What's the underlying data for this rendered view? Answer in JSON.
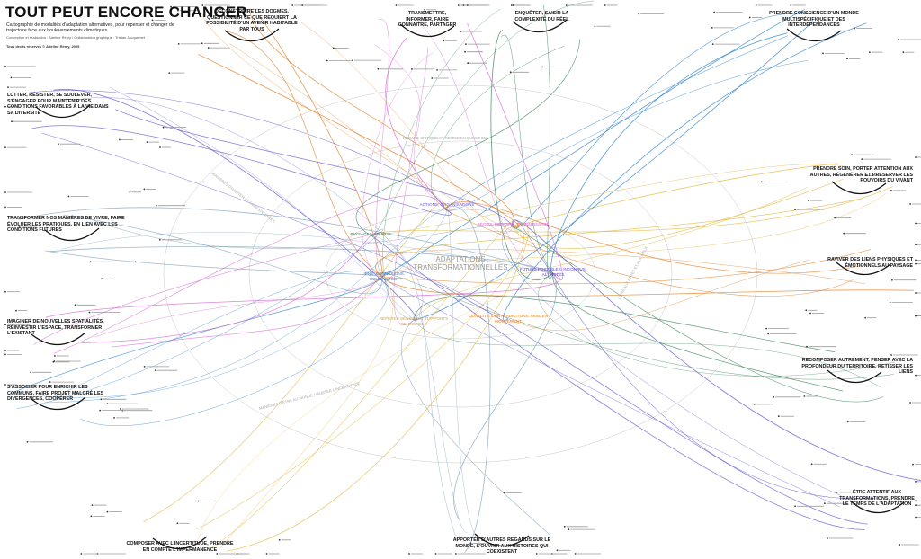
{
  "header": {
    "title": "TOUT PEUT ENCORE CHANGER",
    "subtitle": "Cartographie de modalités d'adaptation alternatives, pour repenser et changer de trajectoire face aux bouleversements climatiques",
    "credits": "Conception et réalisation : Adeline Rémy / Collaboration graphique : Tristan Jacquemet",
    "rights": "Tous droits réservés © Adeline Rémy, 2025"
  },
  "center_label": "ADAPTATIONS TRANSFORMATIONNELLES",
  "themes": [
    {
      "label": "DÉCONSTRUIRE LES DOGMES, QUESTIONNER CE QUE REQUIERT LA POSSIBILITÉ D'UN AVENIR HABITABLE PAR TOUS",
      "color": "#e07a1f"
    },
    {
      "label": "TRANSMETTRE, INFORMER, FAIRE CONNAÎTRE, PARTAGER",
      "color": "#d45fd0"
    },
    {
      "label": "ENQUÊTER, SAISIR LA COMPLEXITÉ DU RÉEL",
      "color": "#e07a1f"
    },
    {
      "label": "PRENDRE CONSCIENCE D'UN MONDE MULTISPÉCIFIQUE ET DES INTERDÉPENDANCES",
      "color": "#2e7d4f"
    },
    {
      "label": "LUTTER, RÉSISTER, SE SOULEVER, S'ENGAGER POUR MAINTENIR DES CONDITIONS FAVORABLES À LA VIE DANS SA DIVERSITÉ",
      "color": "#5a4fcf"
    },
    {
      "label": "PRENDRE SOIN, PORTER ATTENTION AUX AUTRES, RÉGÉNÉRER ET PRÉSERVER LES POUVOIRS DU VIVANT",
      "color": "#2e7d4f"
    },
    {
      "label": "TRANSFORMER NOS MANIÈRES DE VIVRE, FAIRE ÉVOLUER LES PRATIQUES, EN LIEN AVEC LES CONDITIONS FUTURES",
      "color": "#2a7fc9"
    },
    {
      "label": "RAVIVER DES LIENS PHYSIQUES ET ÉMOTIONNELS AU PAYSAGE",
      "color": "#e2b43a"
    },
    {
      "label": "IMAGINER DE NOUVELLES SPATIALITÉS, RÉINVESTIR L'ESPACE, TRANSFORMER L'EXISTANT",
      "color": "#2a7fc9"
    },
    {
      "label": "RECOMPOSER AUTREMENT, PENSER AVEC LA PROFONDEUR DU TERRITOIRE, RETISSER LES LIENS",
      "color": "#2e7d4f"
    },
    {
      "label": "S'ASSOCIER POUR ENRICHIR LES COMMUNS, FAIRE PROJET MALGRÉ LES DIVERGENCES, COOPÉRER",
      "color": "#5a4fcf"
    },
    {
      "label": "ÊTRE ATTENTIF AUX TRANSFORMATIONS, PRENDRE LE TEMPS DE L'ADAPTATION",
      "color": "#e07a1f"
    },
    {
      "label": "COMPOSER AVEC L'INCERTITUDE, PRENDRE EN COMPTE L'IMPERMANENCE",
      "color": "#5a4fcf"
    },
    {
      "label": "APPORTER D'AUTRES REGARDS SUR LE MONDE, S'OUVRIR AUX HISTOIRES QUI COEXISTENT",
      "color": "#d45fd0"
    }
  ],
  "categories": [
    {
      "label": "ACTIONS, ORGANISATIONS",
      "color": "#6a5acd"
    },
    {
      "label": "RÉCITS, MÉMOIRE, TRANSMISSION",
      "color": "#d45fd0"
    },
    {
      "label": "PAYSAGES, MILIEUX",
      "color": "#2e7d4f"
    },
    {
      "label": "LIENS, CONNEXIONS, SOLIDARITÉS",
      "color": "#2a7fc9"
    },
    {
      "label": "FUTURS POSSIBLES, INCONNUS, ALTÉRITÉS",
      "color": "#5a3fcf"
    },
    {
      "label": "REPÈRES SENSIBLES, RAPPORTS SENSORIELS",
      "color": "#e2a43a"
    },
    {
      "label": "CONFLITS, CONTRADICTIONS, MISE EN MOUVEMENT",
      "color": "#e07a1f"
    }
  ],
  "ring_labels": [
    "REGARD CRITIQUE ET REMISE EN QUESTION",
    "MANIÈRES D'HABITER ET FAIRE ENSEMBLE",
    "MANIÈRES D'ÊTRE AU MONDE / HABITER L'INCERTITUDE",
    "LIENS AUX ÊTRES ET AUX LIEUX"
  ],
  "palette": [
    "#e07a1f",
    "#d45fd0",
    "#2e7d4f",
    "#2a7fc9",
    "#5a4fcf",
    "#e2b43a",
    "#7fa0b8"
  ]
}
